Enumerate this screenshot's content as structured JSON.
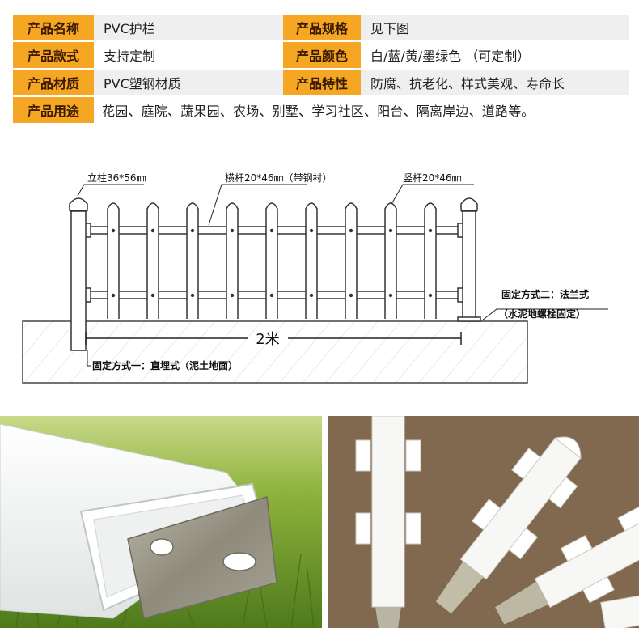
{
  "specs": [
    {
      "label1": "产品名称",
      "value1": "PVC护栏",
      "label2": "产品规格",
      "value2": "见下图"
    },
    {
      "label1": "产品款式",
      "value1": "支持定制",
      "label2": "产品颜色",
      "value2": "白/蓝/黄/墨绿色 （可定制）"
    },
    {
      "label1": "产品材质",
      "value1": "PVC塑钢材质",
      "label2": "产品特性",
      "value2": "防腐、抗老化、样式美观、寿命长"
    },
    {
      "label1": "产品用途",
      "value1": "花园、庭院、蔬果园、农场、别墅、学习社区、阳台、隔离岸边、道路等。"
    }
  ],
  "diagram": {
    "post_label": "立柱36*56㎜",
    "rail_label": "横杆20*46㎜（带钢衬）",
    "picket_label": "竖杆20*46㎜",
    "length_label": "2米",
    "fix_method_1": "固定方式一：直埋式（泥土地面）",
    "fix_method_2_line1": "固定方式二：法兰式",
    "fix_method_2_line2": "（水泥地螺栓固定）"
  },
  "colors": {
    "label_bg": "#f5a623",
    "row_shade": "#efefef",
    "fence_line": "#333333"
  }
}
